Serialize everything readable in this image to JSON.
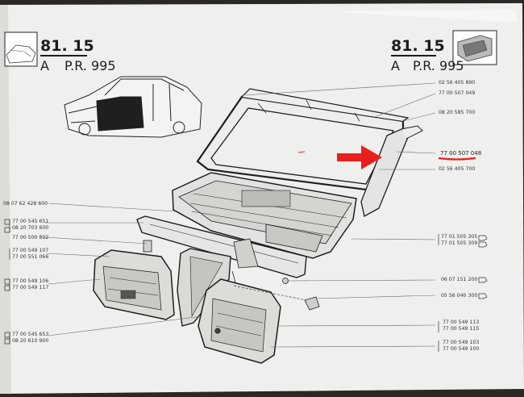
{
  "header": {
    "left": {
      "number": "81",
      "suffix": ". 15",
      "sub_a": "A",
      "sub_pr": "P.R. 995"
    },
    "right": {
      "number": "81",
      "suffix": ". 15",
      "sub_a": "A",
      "sub_pr": "P.R. 995"
    }
  },
  "labels_right": [
    "02 56 405 890",
    "77 00 507 049",
    "08 20 585 700",
    "77 00 507 048",
    "02 56 405 700",
    "77 01 505 305",
    "77 01 505 309",
    "06 07 151 200",
    "05 56 040 300",
    "77 00 549 113",
    "77 00 549 115",
    "77 00 549 103",
    "77 00 549 100"
  ],
  "labels_left": [
    "08 07 62 428 600",
    "77 00 545 651",
    "08 20 703 600",
    "77 00 500 892",
    "77 00 549 107",
    "77 00 551 066",
    "77 00 549 106",
    "77 00 549 117",
    "77 00 545 653",
    "08 20 610 900"
  ],
  "highlight": {
    "part": "77 00 507 048",
    "color": "#e8201c"
  },
  "colors": {
    "paper": "#efefed",
    "ink": "#1d1d1d",
    "arrow": "#e8201c"
  }
}
